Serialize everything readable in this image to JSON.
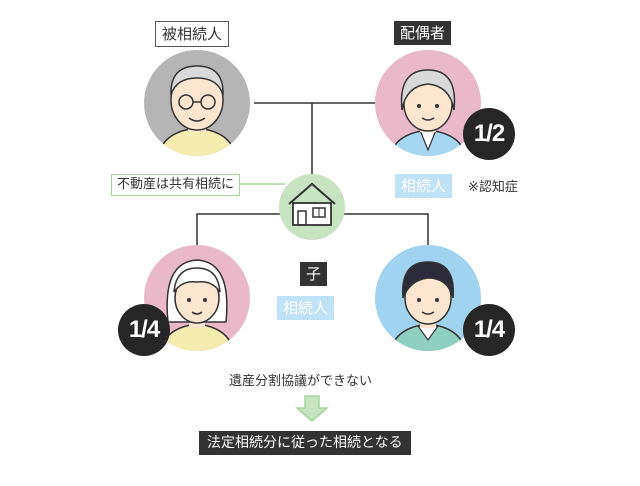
{
  "people": {
    "deceased": {
      "label": "被相続人"
    },
    "spouse": {
      "label": "配偶者",
      "role": "相続人",
      "share": "1/2",
      "note": "※認知症"
    },
    "children": {
      "label": "子",
      "role": "相続人",
      "share_left": "1/4",
      "share_right": "1/4"
    }
  },
  "property_note": "不動産は共有相続に",
  "outcome": {
    "cause": "遺産分割協議ができない",
    "result": "法定相続分に従った相続となる"
  },
  "colors": {
    "gray_bg": "#b5b5b5",
    "pink_bg": "#e9b9c9",
    "blue_bg": "#9fd3f0",
    "green_bg": "#c7e4c1",
    "arrow": "#a6d49c",
    "dark": "#262626"
  }
}
